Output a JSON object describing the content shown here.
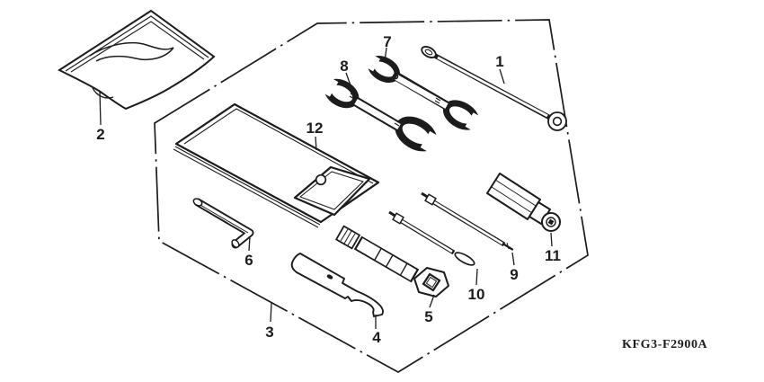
{
  "diagram": {
    "part_code": "KFG3-F2900A",
    "labels": [
      {
        "num": "1",
        "depicts": "bar-wrench-with-ring-ends"
      },
      {
        "num": "2",
        "depicts": "plastic-bag"
      },
      {
        "num": "3",
        "depicts": "tool-case-outline"
      },
      {
        "num": "4",
        "depicts": "pin-spanner"
      },
      {
        "num": "5",
        "depicts": "spark-plug-wrench"
      },
      {
        "num": "6",
        "depicts": "hex-key"
      },
      {
        "num": "7",
        "depicts": "open-end-wrench-small"
      },
      {
        "num": "8",
        "depicts": "open-end-wrench-large"
      },
      {
        "num": "9",
        "depicts": "phillips-screwdriver-blade"
      },
      {
        "num": "10",
        "depicts": "flat-screwdriver-blade"
      },
      {
        "num": "11",
        "depicts": "screwdriver-handle"
      },
      {
        "num": "12",
        "depicts": "tool-pouch"
      }
    ]
  },
  "colors": {
    "ink": "#1c1c1c",
    "background": "#ffffff"
  }
}
